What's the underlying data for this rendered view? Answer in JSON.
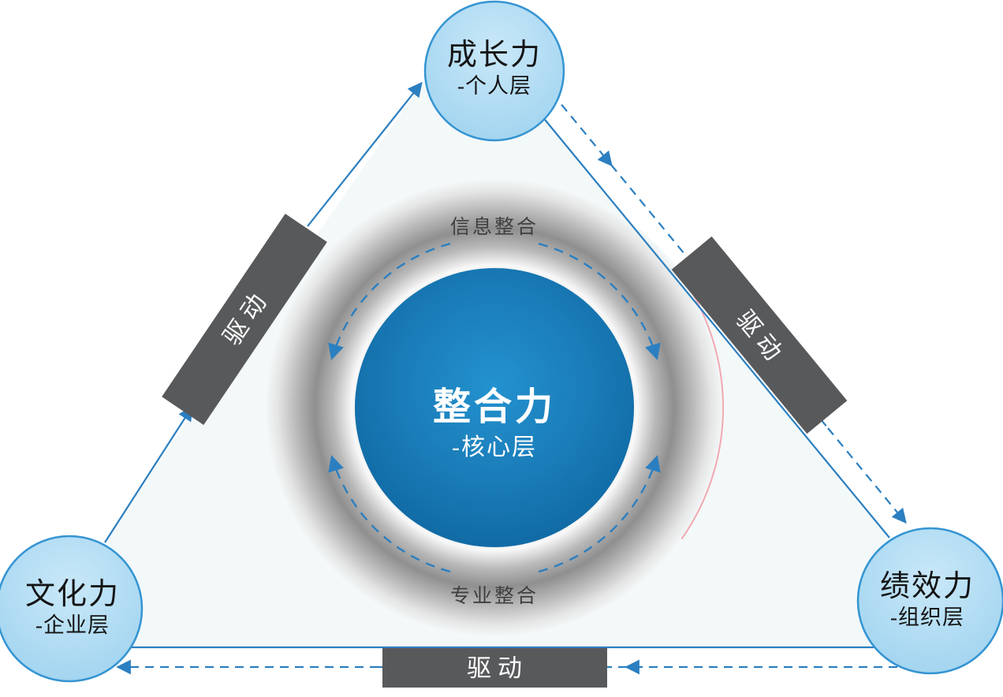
{
  "center": {
    "title": "整合力",
    "subtitle": "-核心层"
  },
  "ring": {
    "top_label": "信息整合",
    "bottom_label": "专业整合"
  },
  "nodes": {
    "top": {
      "title": "成长力",
      "subtitle": "-个人层"
    },
    "bottom_left": {
      "title": "文化力",
      "subtitle": "-企业层"
    },
    "bottom_right": {
      "title": "绩效力",
      "subtitle": "-组织层"
    }
  },
  "drivers": {
    "left": "驱动",
    "right": "驱动",
    "bottom": "驱动"
  },
  "colors": {
    "edge_blue": "#2b7fc0",
    "node_fill_light": "#aad9f2",
    "node_border": "#3494d2",
    "driver_bg": "#58595b",
    "driver_text": "#ffffff",
    "core_blue": "#1472ad",
    "triangle_fill": "#f3f8f9",
    "ring_red_accent": "#f2a8b2",
    "ring_label_gray": "#3f3f3f"
  }
}
